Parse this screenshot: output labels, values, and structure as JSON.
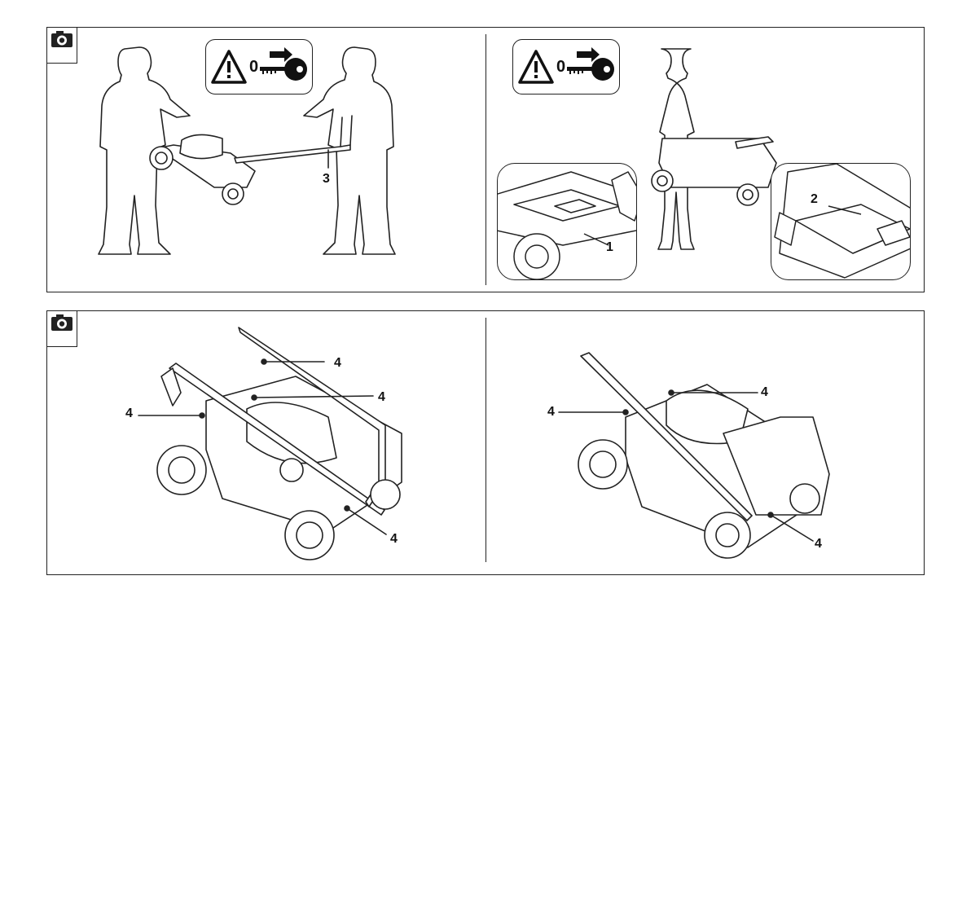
{
  "icons": {
    "camera": "camera-icon",
    "warning": "warning-triangle-icon",
    "key_off": "key-remove-icon"
  },
  "warning_sign": {
    "key_position": "0"
  },
  "figure_top": {
    "callouts": {
      "handle": "3",
      "front_grip": "1",
      "rear_grip": "2"
    }
  },
  "figure_bottom": {
    "callouts": {
      "left_upper": "4",
      "left_mid": "4",
      "left_side": "4",
      "left_lower": "4",
      "right_side": "4",
      "right_upper": "4",
      "right_lower": "4"
    }
  }
}
